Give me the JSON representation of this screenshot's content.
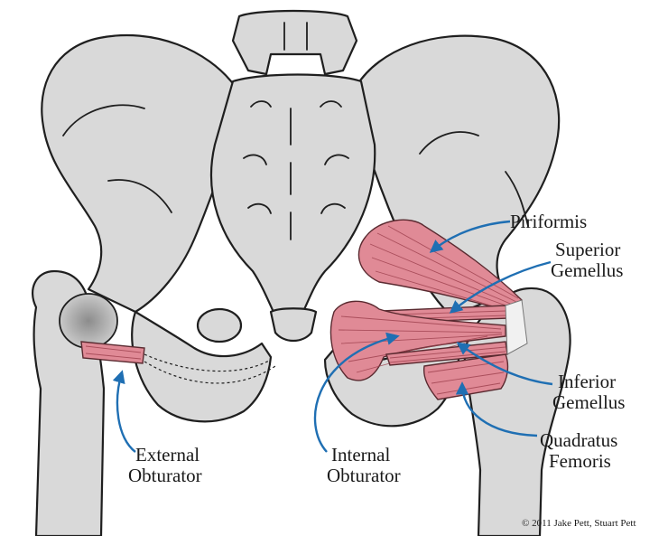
{
  "colors": {
    "bone": "#d9d9d9",
    "outline": "#1f1f1f",
    "muscle": "#e08a96",
    "arrow": "#1f6fb3"
  },
  "labels": {
    "piriformis": "Piriformis",
    "superior_gemellus": [
      "Superior",
      "Gemellus"
    ],
    "inferior_gemellus": [
      "Inferior",
      "Gemellus"
    ],
    "quadratus_femoris": [
      "Quadratus",
      "Femoris"
    ],
    "internal_obturator": [
      "Internal",
      "Obturator"
    ],
    "external_obturator": [
      "External",
      "Obturator"
    ]
  },
  "copyright": "© 2011 Jake Pett, Stuart Pett"
}
